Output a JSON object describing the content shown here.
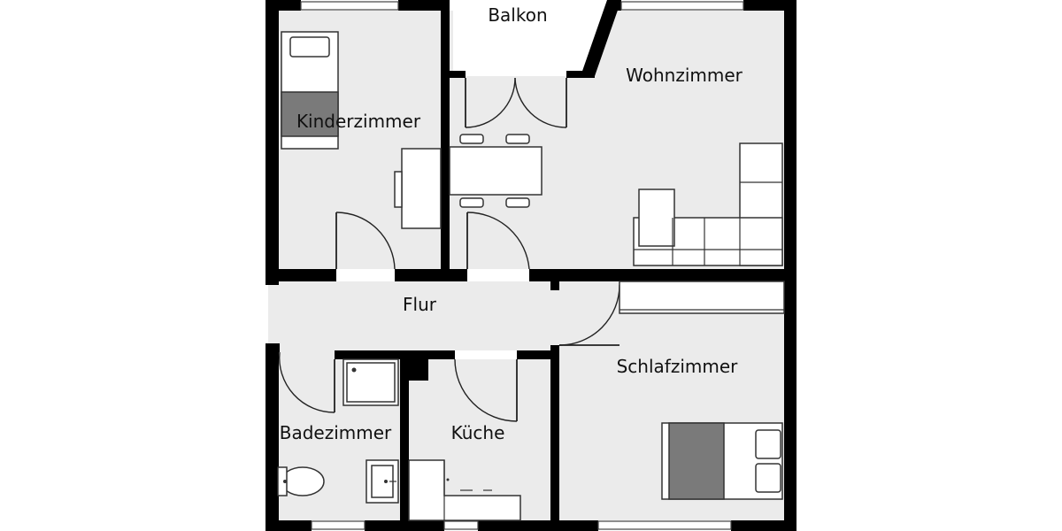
{
  "rooms": {
    "balkon": "Balkon",
    "wohnzimmer": "Wohnzimmer",
    "kinderzimmer": "Kinderzimmer",
    "flur": "Flur",
    "schlafzimmer": "Schlafzimmer",
    "badezimmer": "Badezimmer",
    "kueche": "Küche"
  },
  "colors": {
    "wall": "#000000",
    "floor": "#ebebeb",
    "furniture_fill": "#ffffff",
    "furniture_accent": "#7a7a7a"
  }
}
